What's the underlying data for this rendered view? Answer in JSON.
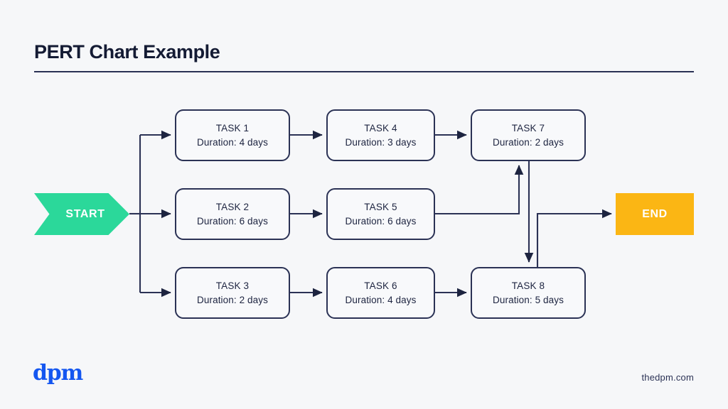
{
  "header": {
    "title": "PERT Chart Example"
  },
  "footer": {
    "logo_text": "dpm",
    "site_url": "thedpm.com"
  },
  "colors": {
    "background": "#f6f7f9",
    "ink": "#1d2440",
    "node_border": "#2b3255",
    "connector": "#2b3255",
    "start_fill": "#2bd89a",
    "end_fill": "#fbb614",
    "brand_blue": "#1456f0"
  },
  "diagram": {
    "type": "pert-chart",
    "start": {
      "label": "START",
      "shape": "chevron",
      "fill": "#2bd89a"
    },
    "end": {
      "label": "END",
      "shape": "rectangle",
      "fill": "#fbb614"
    },
    "nodes": [
      {
        "id": "task1",
        "name": "TASK 1",
        "duration": "Duration: 4 days",
        "days": 4,
        "row": 1,
        "col": 1
      },
      {
        "id": "task2",
        "name": "TASK 2",
        "duration": "Duration: 6 days",
        "days": 6,
        "row": 2,
        "col": 1
      },
      {
        "id": "task3",
        "name": "TASK 3",
        "duration": "Duration: 2 days",
        "days": 2,
        "row": 3,
        "col": 1
      },
      {
        "id": "task4",
        "name": "TASK 4",
        "duration": "Duration: 3 days",
        "days": 3,
        "row": 1,
        "col": 2
      },
      {
        "id": "task5",
        "name": "TASK 5",
        "duration": "Duration: 6 days",
        "days": 6,
        "row": 2,
        "col": 2
      },
      {
        "id": "task6",
        "name": "TASK 6",
        "duration": "Duration: 4 days",
        "days": 4,
        "row": 3,
        "col": 2
      },
      {
        "id": "task7",
        "name": "TASK 7",
        "duration": "Duration: 2 days",
        "days": 2,
        "row": 1,
        "col": 3
      },
      {
        "id": "task8",
        "name": "TASK 8",
        "duration": "Duration: 5 days",
        "days": 5,
        "row": 3,
        "col": 3
      }
    ],
    "edges": [
      {
        "from": "start",
        "to": "task1"
      },
      {
        "from": "start",
        "to": "task2"
      },
      {
        "from": "start",
        "to": "task3"
      },
      {
        "from": "task1",
        "to": "task4"
      },
      {
        "from": "task2",
        "to": "task5"
      },
      {
        "from": "task3",
        "to": "task6"
      },
      {
        "from": "task4",
        "to": "task7"
      },
      {
        "from": "task5",
        "to": "task7"
      },
      {
        "from": "task6",
        "to": "task8"
      },
      {
        "from": "task7",
        "to": "task8"
      },
      {
        "from": "task8",
        "to": "end"
      }
    ]
  }
}
